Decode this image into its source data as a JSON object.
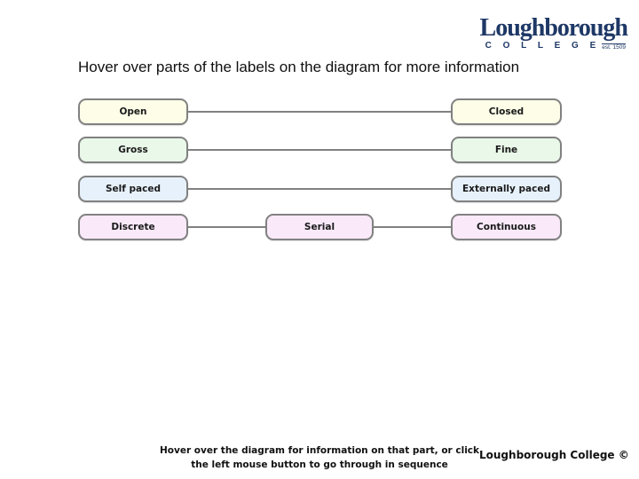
{
  "logo": {
    "name": "Loughborough",
    "college": "C O L L E G E",
    "est": "est. 1509",
    "color": "#1e3866"
  },
  "title": "Hover over parts of the labels on the diagram for more information",
  "diagram": {
    "border_color": "#818181",
    "connector_color": "#818181",
    "rows": [
      {
        "left": "Open",
        "right": "Closed",
        "fill": "#fdfde8"
      },
      {
        "left": "Gross",
        "right": "Fine",
        "fill": "#e9f8e9"
      },
      {
        "left": "Self paced",
        "right": "Externally paced",
        "fill": "#e7f1fb"
      },
      {
        "left": "Discrete",
        "middle": "Serial",
        "right": "Continuous",
        "fill": "#f9e9f9"
      }
    ]
  },
  "footer": {
    "instruction_line1": "Hover over the diagram for information on that part, or click",
    "instruction_line2": "the left mouse button to go through in sequence",
    "copyright": "Loughborough College ©"
  }
}
